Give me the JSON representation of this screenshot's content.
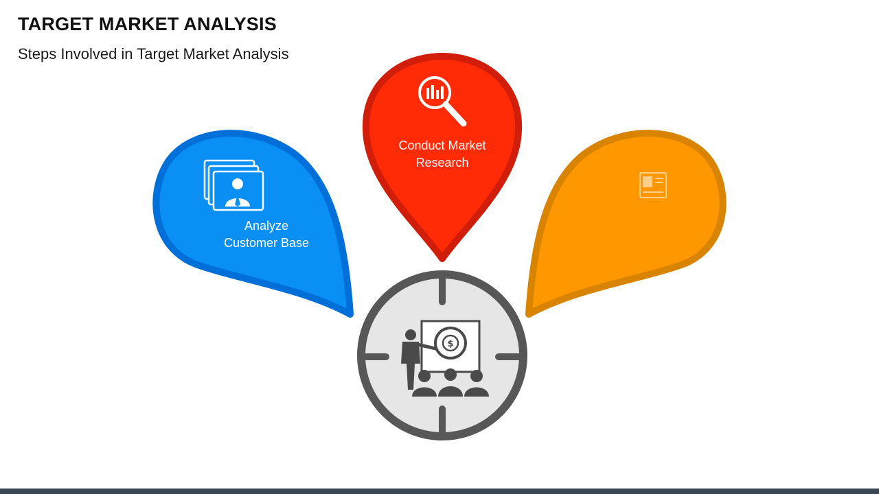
{
  "header": {
    "title": "TARGET MARKET ANALYSIS",
    "subtitle": "Steps Involved in Target Market Analysis"
  },
  "steps": [
    {
      "label_line1": "Analyze",
      "label_line2": "Customer Base",
      "color": "#0a8ff5",
      "border": "#0070d8",
      "icon": "customer-profile-cards-icon"
    },
    {
      "label_line1": "Conduct Market",
      "label_line2": "Research",
      "color": "#ff2a06",
      "border": "#d01e0a",
      "icon": "magnifier-chart-icon"
    },
    {
      "label_line1": "",
      "label_line2": "",
      "color": "#ff9800",
      "border": "#d88400",
      "icon": "id-card-icon"
    }
  ],
  "center": {
    "icon": "presentation-audience-icon",
    "ring_color": "#575757",
    "fill_color": "#e6e6e6"
  },
  "footer": {
    "bar_color": "#3a4654"
  }
}
